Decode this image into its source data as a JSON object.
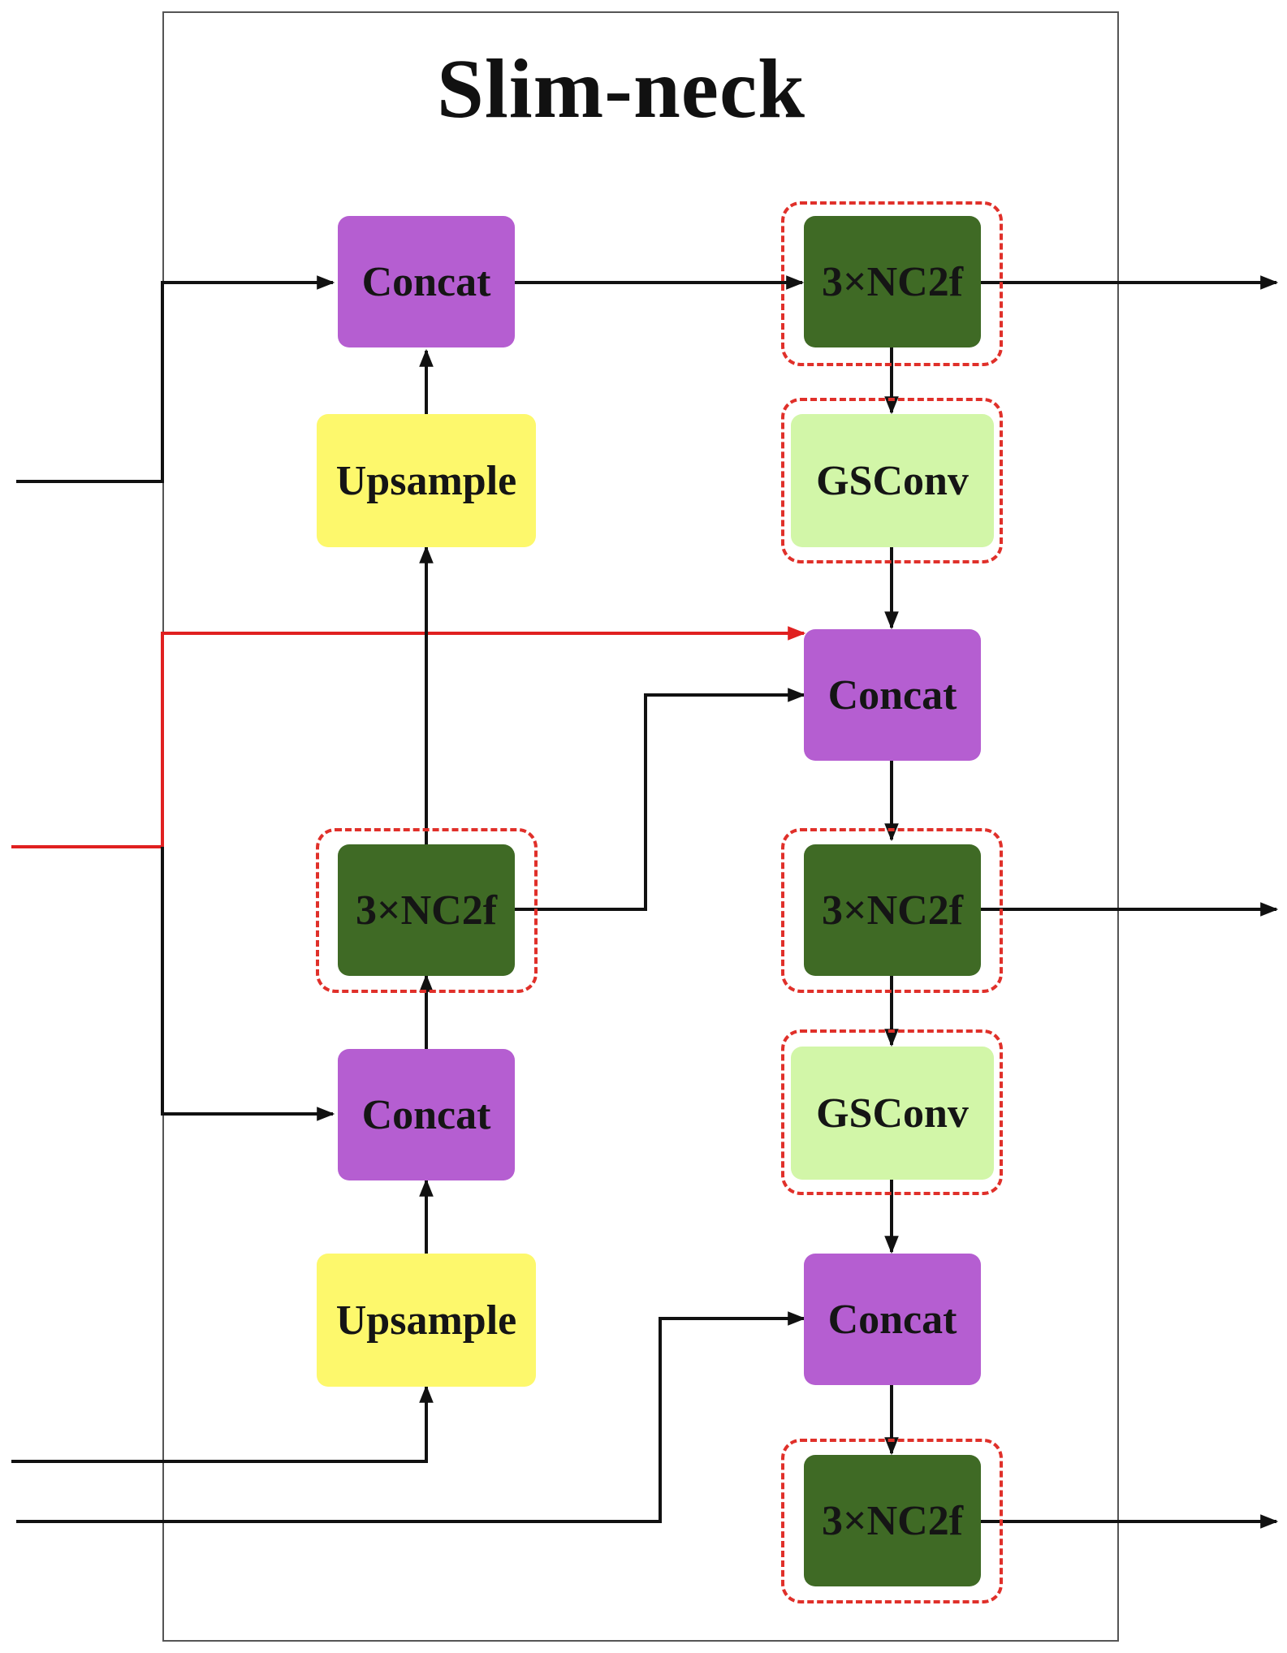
{
  "title": "Slim-neck",
  "colors": {
    "concat": "#b55ed1",
    "upsample": "#fdf86c",
    "c2f": "#3f6a25",
    "gsconv": "#d2f6a8",
    "highlight_border": "#e0302a",
    "red_path": "#e02020",
    "line": "#111111"
  },
  "blocks": {
    "concat_top": "Concat",
    "upsample_top": "Upsample",
    "c2f_left": "3×NC2f",
    "concat_left_bottom": "Concat",
    "upsample_bottom": "Upsample",
    "c2f_right_top": "3×NC2f",
    "gsconv_top": "GSConv",
    "concat_right_mid": "Concat",
    "c2f_right_mid": "3×NC2f",
    "gsconv_bottom": "GSConv",
    "concat_right_bottom": "Concat",
    "c2f_right_bottom": "3×NC2f"
  }
}
